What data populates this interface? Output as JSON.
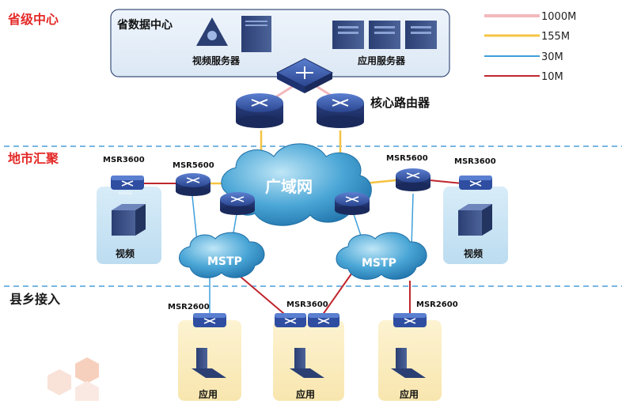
{
  "tiers": {
    "province": "省级中心",
    "city": "地市汇聚",
    "county": "县乡接入"
  },
  "datacenter": {
    "title": "省数据中心",
    "video_server": "视频服务器",
    "app_server": "应用服务器"
  },
  "core_router_label": "核心路由器",
  "wan_label": "广域网",
  "mstp_left": "MSTP",
  "mstp_right": "MSTP",
  "devices": {
    "msr3600_left": "MSR3600",
    "msr5600_left": "MSR5600",
    "msr5600_right": "MSR5600",
    "msr3600_right": "MSR3600",
    "msr2600_left": "MSR2600",
    "msr3600_mid": "MSR3600",
    "msr2600_right": "MSR2600"
  },
  "sites": {
    "video_left": "视频",
    "video_right": "视频",
    "app1": "应用",
    "app2": "应用",
    "app3": "应用"
  },
  "router_tag": "ROUTER",
  "legend": [
    {
      "label": "1000M",
      "color": "#f2b8bd"
    },
    {
      "label": "155M",
      "color": "#f5c342"
    },
    {
      "label": "30M",
      "color": "#3f9fdb"
    },
    {
      "label": "10M",
      "color": "#c0262d"
    }
  ],
  "colors": {
    "tier_label": "#e32a28",
    "dashed_line": "#4a9fd8",
    "router": "#2f4ea1"
  }
}
